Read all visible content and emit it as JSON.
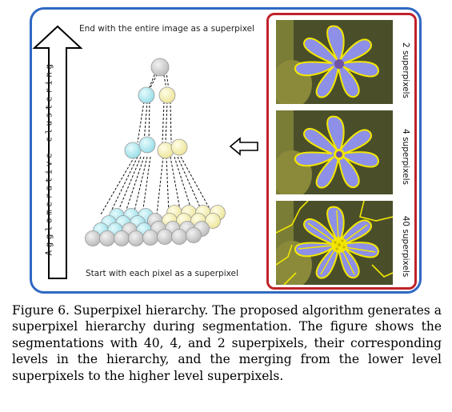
{
  "figure": {
    "top_label": "End with the entire image as a superpixel",
    "bottom_label": "Start with each pixel as a superpixel",
    "axis_label": "Agglomerative clustering",
    "segmentations": [
      {
        "label": "2 superpixels",
        "count": 2
      },
      {
        "label": "4 superpixels",
        "count": 4
      },
      {
        "label": "40 superpixels",
        "count": 40
      }
    ],
    "colors": {
      "frame_border": "#2f68c3",
      "panel_border": "#c0222a",
      "node_gray": "#c8c8c8",
      "node_cyan": "#a9e6ee",
      "node_yellow": "#f4efaa",
      "contour": "#f2e600"
    }
  },
  "caption": {
    "text": "Figure 6. Superpixel hierarchy. The proposed algorithm generates a superpixel hierarchy during segmentation. The figure shows the segmentations with 40, 4, and 2 superpixels, their corresponding levels in the hierarchy, and the merging from the lower level superpixels to the higher level superpixels."
  }
}
